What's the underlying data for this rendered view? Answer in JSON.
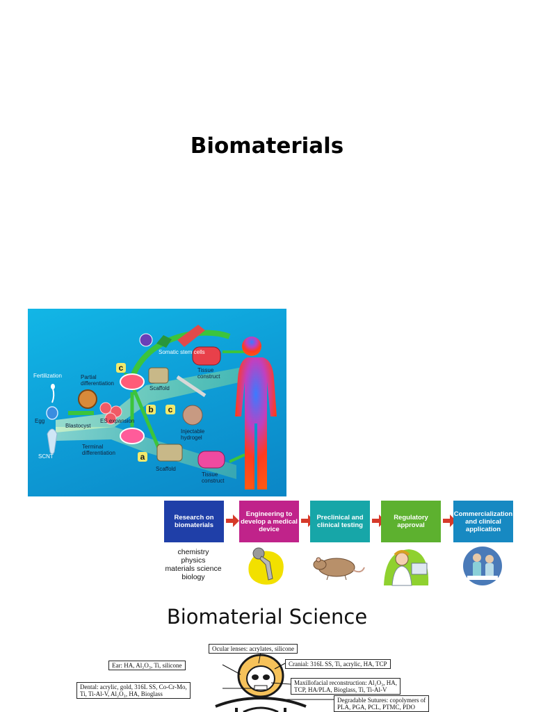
{
  "title": "Biomaterials",
  "subtitle": "Biomaterial Science",
  "stem_figure": {
    "labels": {
      "fertilization": "Fertilization",
      "egg": "Egg",
      "scnt": "SCNT",
      "blastocyst": "Blastocyst",
      "es_expansion": "ES expansion",
      "partial_differentiation": "Partial differentiation",
      "terminal_differentiation": "Terminal differentiation",
      "somatic_stem_cells": "Somatic stem cells",
      "scaffold_top": "Scaffold",
      "tissue_construct_top": "Tissue construct",
      "injectable_hydrogel": "Injectable hydrogel",
      "scaffold_bottom": "Scaffold",
      "tissue_construct_bottom": "Tissue construct"
    },
    "letters": {
      "a": "a",
      "b": "b",
      "c": "c",
      "c2": "c"
    },
    "colors": {
      "background": "#0e9fd8",
      "path": "#8fe08a",
      "arrow": "#39c13a"
    }
  },
  "flow": {
    "stages": [
      {
        "label": "Research on biomaterials",
        "color": "#1f3fa8"
      },
      {
        "label": "Engineering to develop a medical device",
        "color": "#c0238a"
      },
      {
        "label": "Preclinical and clinical testing",
        "color": "#17a6a8"
      },
      {
        "label": "Regulatory approval",
        "color": "#5db12f"
      },
      {
        "label": "Commercialization and clinical application",
        "color": "#1789c2"
      }
    ],
    "disciplines": [
      "chemistry",
      "physics",
      "materials science",
      "biology"
    ],
    "arrow_color": "#d63a2a",
    "illustrations": [
      "hip-implant-icon",
      "rat-icon",
      "scientist-icon",
      "surgery-icon"
    ]
  },
  "skeleton": {
    "labels": {
      "ocular": "Ocular lenses: acrylates, silicone",
      "ear": "Ear: HA, Al₂O₃, Ti, silicone",
      "cranial": "Cranial: 316L SS, Ti, acrylic, HA, TCP",
      "maxillofacial_line1": "Maxillofacial reconstruction: Al₂O₃, HA,",
      "maxillofacial_line2": "TCP, HA/PLA, Bioglass, Ti, Ti-Al-V",
      "dental_line1": "Dental: acrylic, gold, 316L SS, Co-Cr-Mo,",
      "dental_line2": "Ti, Ti-Al-V, Al₂O₃, HA, Bioglass",
      "sutures_line1": "Degradable Sutures: copolymers of",
      "sutures_line2": "PLA, PGA, PCL, PTMC, PDO"
    },
    "skull_color": "#f0a830"
  }
}
